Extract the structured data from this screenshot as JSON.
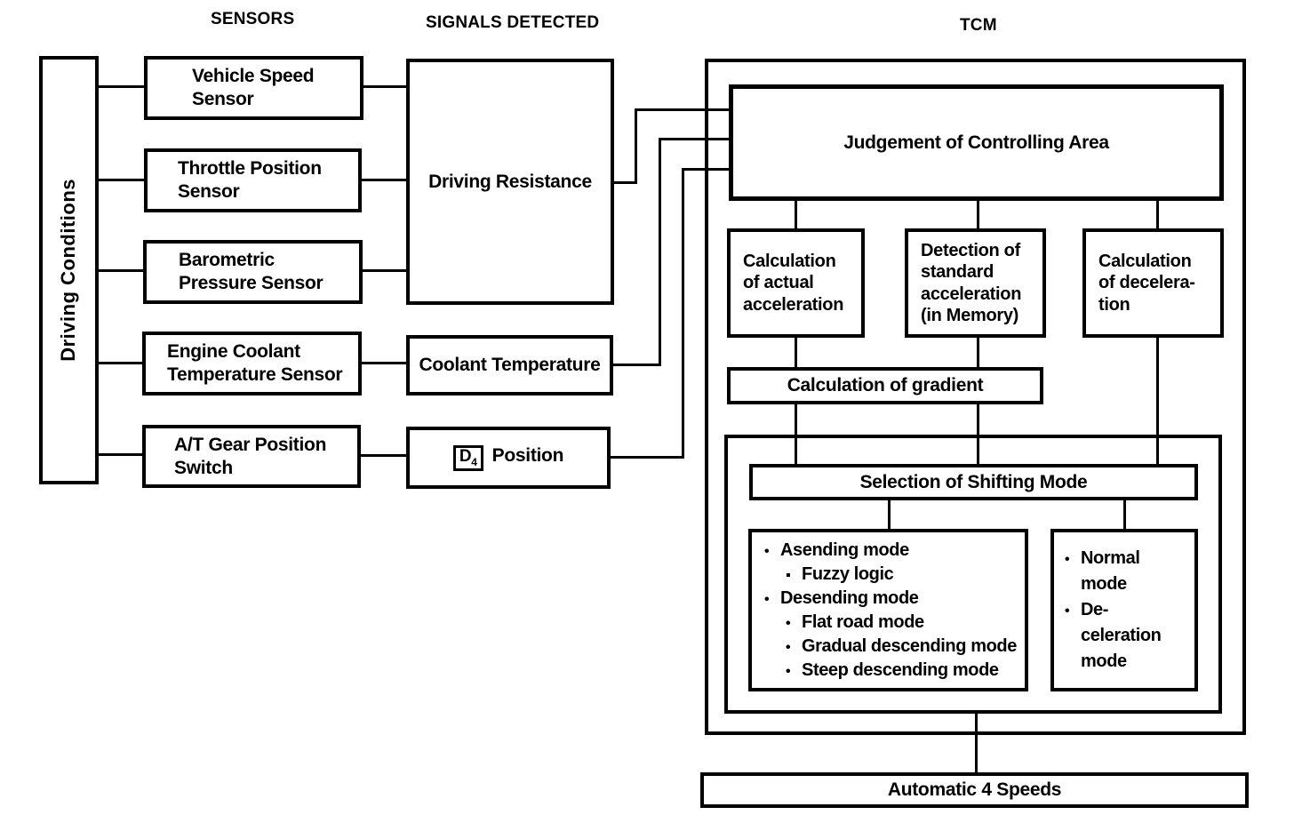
{
  "headers": {
    "sensors": "SENSORS",
    "signals": "SIGNALS DETECTED",
    "tcm": "TCM"
  },
  "left_rail": {
    "label": "Driving Conditions"
  },
  "sensors": [
    {
      "label": "Vehicle Speed\nSensor"
    },
    {
      "label": "Throttle Position\nSensor"
    },
    {
      "label": "Barometric\nPressure Sensor"
    },
    {
      "label": "Engine Coolant\nTemperature Sensor"
    },
    {
      "label": "A/T Gear Position\nSwitch"
    }
  ],
  "signals": {
    "driving_resistance": "Driving Resistance",
    "coolant_temperature": "Coolant Temperature",
    "d4": {
      "letter": "D",
      "sub": "4",
      "label": "Position"
    }
  },
  "tcm": {
    "judgement": "Judgement of Controlling Area",
    "calc_actual": "Calculation\nof actual\nacceleration",
    "detection_std": "Detection of\nstandard\nacceleration\n(in Memory)",
    "calc_decel": "Calculation\nof decelera-\ntion",
    "gradient": "Calculation of gradient",
    "selection": "Selection of Shifting Mode",
    "mode_list_left": {
      "items": [
        {
          "bullet": "•",
          "indent": 0,
          "text": "Asending mode"
        },
        {
          "bullet": "▪",
          "indent": 1,
          "text": "Fuzzy logic"
        },
        {
          "bullet": "•",
          "indent": 0,
          "text": "Desending mode"
        },
        {
          "bullet": "•",
          "indent": 1,
          "text": "Flat road mode"
        },
        {
          "bullet": "•",
          "indent": 1,
          "text": "Gradual descending mode"
        },
        {
          "bullet": "•",
          "indent": 1,
          "text": "Steep descending mode"
        }
      ]
    },
    "mode_list_right": {
      "items": [
        {
          "bullet": "•",
          "text": "Normal"
        },
        {
          "bullet": "",
          "text": "mode"
        },
        {
          "bullet": "•",
          "text": "De-"
        },
        {
          "bullet": "",
          "text": "celeration"
        },
        {
          "bullet": "",
          "text": "mode"
        }
      ]
    }
  },
  "output": {
    "automatic": "Automatic 4 Speeds"
  },
  "colors": {
    "ink": "#000000",
    "paper": "#ffffff"
  }
}
